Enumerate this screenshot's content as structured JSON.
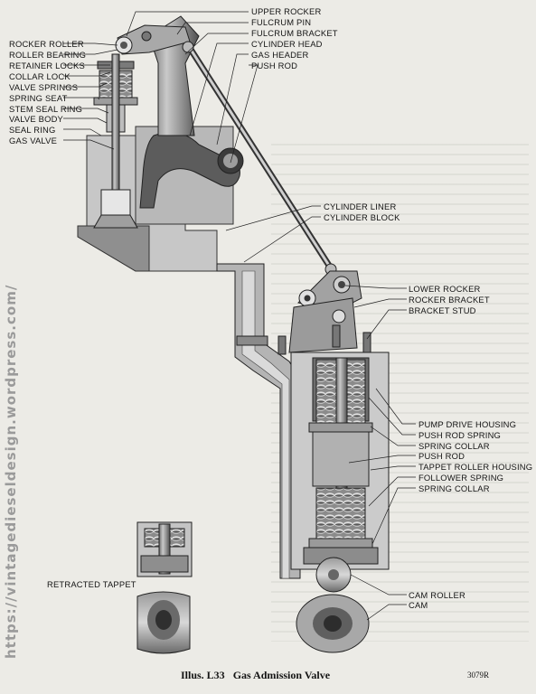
{
  "labels": {
    "upper_rocker": "UPPER ROCKER",
    "fulcrum_pin": "FULCRUM PIN",
    "fulcrum_bracket": "FULCRUM BRACKET",
    "cylinder_head": "CYLINDER HEAD",
    "gas_header": "GAS HEADER",
    "push_rod_top": "PUSH ROD",
    "rocker_roller": "ROCKER ROLLER",
    "roller_bearing": "ROLLER BEARING",
    "retainer_locks": "RETAINER LOCKS",
    "collar_lock": "COLLAR LOCK",
    "valve_springs": "VALVE SPRINGS",
    "spring_seat": "SPRING SEAT",
    "stem_seal_ring": "STEM SEAL RING",
    "valve_body": "VALVE BODY",
    "seal_ring": "SEAL RING",
    "gas_valve": "GAS VALVE",
    "cylinder_liner": "CYLINDER LINER",
    "cylinder_block": "CYLINDER BLOCK",
    "lower_rocker": "LOWER ROCKER",
    "rocker_bracket": "ROCKER BRACKET",
    "bracket_stud": "BRACKET STUD",
    "pump_drive_housing": "PUMP DRIVE HOUSING",
    "push_rod_spring": "PUSH ROD SPRING",
    "spring_collar_upper": "SPRING COLLAR",
    "push_rod_lower": "PUSH ROD",
    "tappet_roller_housing": "TAPPET ROLLER HOUSING",
    "follower_spring": "FOLLOWER SPRING",
    "spring_collar_lower": "SPRING COLLAR",
    "cam_roller": "CAM ROLLER",
    "cam": "CAM",
    "retracted_tappet": "RETRACTED TAPPET"
  },
  "caption": {
    "number": "Illus. L33",
    "title": "Gas Admission Valve",
    "ref_code": "3079R"
  },
  "watermark": "https://vintagedieseldesign.wordpress.com/",
  "colors": {
    "paper": "#ecebe6",
    "ink": "#141414",
    "watermark": "#9a9a9a"
  }
}
